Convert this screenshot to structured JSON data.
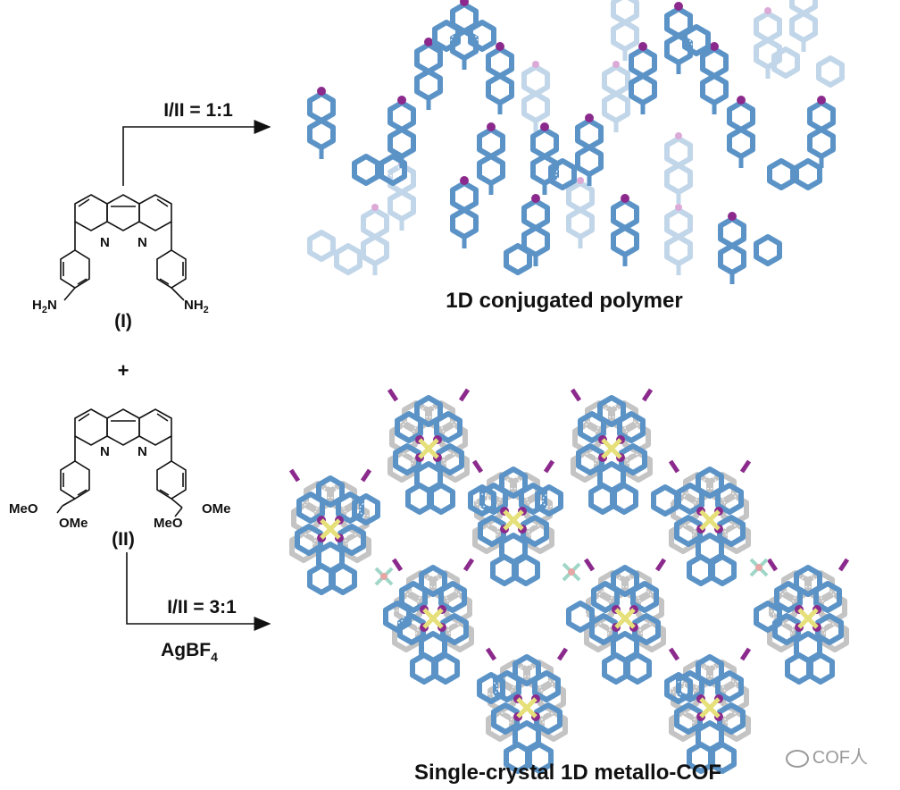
{
  "arrow_top": {
    "label": "I/II = 1:1"
  },
  "arrow_bottom": {
    "label": "I/II = 3:1",
    "reagent_main": "AgBF",
    "reagent_sub": "4"
  },
  "compound_1": {
    "id": "(I)",
    "atoms": {
      "n_left": "N",
      "n_right": "N",
      "h2n": "H",
      "h2n_sub": "2",
      "h2n_n": "N",
      "nh2_n": "NH",
      "nh2_sub": "2"
    }
  },
  "plus": "+",
  "compound_2": {
    "id": "(II)",
    "atoms": {
      "n_left": "N",
      "n_right": "N",
      "meo_left": "MeO",
      "ome_left": "OMe",
      "meo_right": "MeO",
      "ome_right": "OMe"
    }
  },
  "product_top": {
    "caption": "1D conjugated polymer"
  },
  "product_bottom": {
    "caption": "Single-crystal 1D metallo-COF"
  },
  "watermark": {
    "text": "COF人"
  },
  "colors": {
    "bond_blue": "#5b93c7",
    "bond_light": "#b7cfe6",
    "nitrogen": "#8b2a8c",
    "silver": "#e6e07a",
    "grey": "#bdbdbd",
    "arrow": "#111111"
  }
}
